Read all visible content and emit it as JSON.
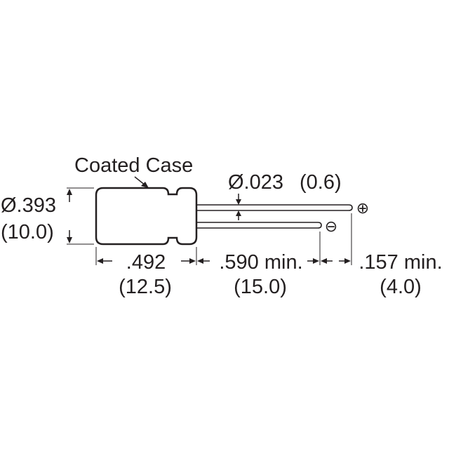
{
  "callout": {
    "coated_case": "Coated Case"
  },
  "lead_diameter": {
    "inches": "Ø.023",
    "mm": "(0.6)"
  },
  "body_diameter": {
    "inches": "Ø.393",
    "mm": "(10.0)"
  },
  "body_length": {
    "inches": ".492",
    "mm": "(12.5)"
  },
  "lead_length_long": {
    "inches": ".590 min.",
    "mm": "(15.0)"
  },
  "lead_length_extra": {
    "inches": ".157 min.",
    "mm": "(4.0)"
  },
  "polarity": {
    "positive": "⊕",
    "negative": "⊖"
  },
  "colors": {
    "ink": "#231f20",
    "background": "#ffffff"
  }
}
